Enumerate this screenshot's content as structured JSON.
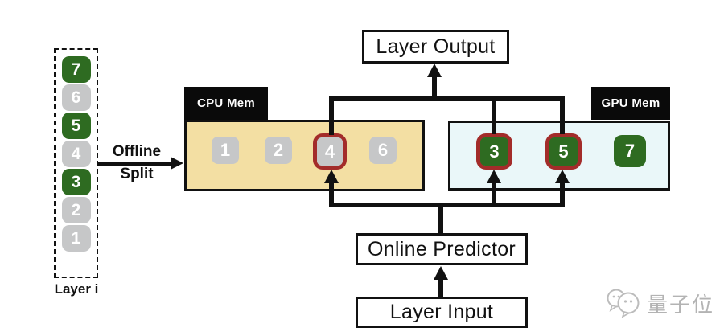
{
  "palette": {
    "cpu_region_bg": "#f3dfa3",
    "gpu_region_bg": "#eaf7f9",
    "block_gray": "#c6c7c8",
    "block_green": "#2e6b21",
    "highlight_red": "#a32c2a",
    "connector_black": "#111111",
    "watermark_gray": "#b3b3b3"
  },
  "layer_stack": {
    "caption": "Layer i",
    "blocks": [
      {
        "n": "7",
        "placement": "gpu"
      },
      {
        "n": "6",
        "placement": "cpu"
      },
      {
        "n": "5",
        "placement": "gpu"
      },
      {
        "n": "4",
        "placement": "cpu"
      },
      {
        "n": "3",
        "placement": "gpu"
      },
      {
        "n": "2",
        "placement": "cpu"
      },
      {
        "n": "1",
        "placement": "cpu"
      }
    ]
  },
  "offline_split": {
    "line1": "Offline",
    "line2": "Split"
  },
  "cpu_mem": {
    "tab": "CPU Mem",
    "blocks": [
      {
        "n": "1",
        "highlighted": false
      },
      {
        "n": "2",
        "highlighted": false
      },
      {
        "n": "4",
        "highlighted": true
      },
      {
        "n": "6",
        "highlighted": false
      }
    ]
  },
  "gpu_mem": {
    "tab": "GPU Mem",
    "blocks": [
      {
        "n": "3",
        "highlighted": true
      },
      {
        "n": "5",
        "highlighted": true
      },
      {
        "n": "7",
        "highlighted": false
      }
    ]
  },
  "flow_boxes": {
    "layer_output": "Layer Output",
    "online_predictor": "Online Predictor",
    "layer_input": "Layer Input"
  },
  "watermark": {
    "text": "量子位"
  }
}
